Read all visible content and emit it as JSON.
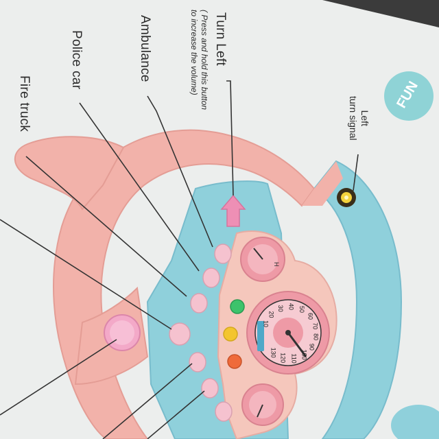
{
  "labels": {
    "turn_left": "Turn Left",
    "turn_left_note_1": "( Press and hold this button",
    "turn_left_note_2": "to increase the volume)",
    "ambulance": "Ambulance",
    "police_car": "Police car",
    "fire_truck": "Fire truck",
    "left_turn_signal_1": "Left",
    "left_turn_signal_2": "turn signal",
    "fun_badge": "FUN"
  },
  "speedometer": {
    "ticks": [
      "10",
      "20",
      "30",
      "40",
      "50",
      "60",
      "70",
      "80",
      "90",
      "100",
      "110",
      "120",
      "130"
    ]
  },
  "colors": {
    "wheel_pink": "#f2b2aa",
    "wheel_blue": "#8fd0db",
    "dial_pink": "#ee9aa6",
    "button_pink": "#f5c2cf",
    "badge_teal": "#8fd3d6",
    "light_green": "#3cc36b",
    "light_yellow": "#f3c52f",
    "light_orange": "#ef6a3a"
  }
}
